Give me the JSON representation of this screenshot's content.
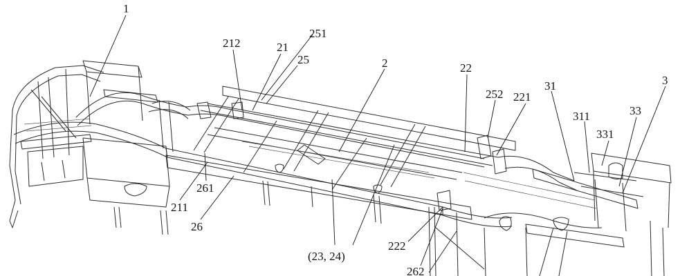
{
  "diagram": {
    "labels": [
      {
        "id": "l1",
        "text": "1"
      },
      {
        "id": "l212",
        "text": "212"
      },
      {
        "id": "l21",
        "text": "21"
      },
      {
        "id": "l251",
        "text": "251"
      },
      {
        "id": "l25",
        "text": "25"
      },
      {
        "id": "l2",
        "text": "2"
      },
      {
        "id": "l22",
        "text": "22"
      },
      {
        "id": "l252",
        "text": "252"
      },
      {
        "id": "l221",
        "text": "221"
      },
      {
        "id": "l31",
        "text": "31"
      },
      {
        "id": "l3",
        "text": "3"
      },
      {
        "id": "l311",
        "text": "311"
      },
      {
        "id": "l33",
        "text": "33"
      },
      {
        "id": "l331",
        "text": "331"
      },
      {
        "id": "l261",
        "text": "261"
      },
      {
        "id": "l211",
        "text": "211"
      },
      {
        "id": "l26",
        "text": "26"
      },
      {
        "id": "l2324",
        "text": "(23, 24)"
      },
      {
        "id": "l222",
        "text": "222"
      },
      {
        "id": "l262",
        "text": "262"
      }
    ]
  }
}
